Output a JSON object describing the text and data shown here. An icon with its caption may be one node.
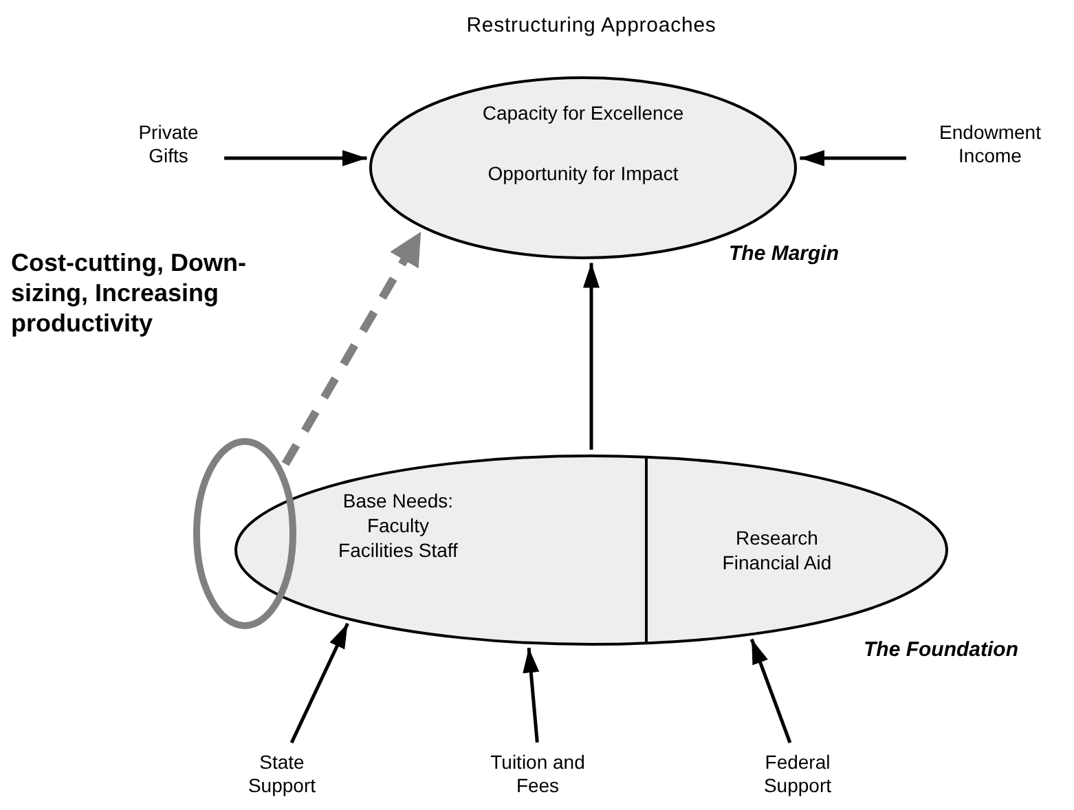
{
  "diagram": {
    "title": "Restructuring Approaches",
    "nodes": [
      {
        "text": [
          "Capacity for Excellence",
          "Opportunity for Impact"
        ],
        "beside": [
          "The Margin"
        ]
      },
      {
        "text": [
          "Private Gifts"
        ]
      },
      {
        "text": [
          "Endowment Income"
        ]
      },
      {
        "text": [
          "Base Needs: Faculty Facilities Staff",
          "Research Financial Aid"
        ],
        "beside": [
          "The Foundation"
        ]
      },
      {
        "text": [],
        "shape": "circle"
      },
      {
        "text": [
          "State Support"
        ]
      },
      {
        "text": [
          "Tuition and Fees"
        ]
      },
      {
        "text": [
          "Federal Support"
        ]
      }
    ],
    "edges": [
      {
        "from": 1,
        "to": 0,
        "arrow": "to"
      },
      {
        "from": 2,
        "to": 0,
        "arrow": "to"
      },
      {
        "from": 3,
        "to": 0,
        "arrow": "to"
      },
      {
        "from": 4,
        "to": 0,
        "arrow": "to",
        "label": "Cost-cutting, Down-sizing, Increasing productivity",
        "style": "dashed",
        "color": "#808080"
      },
      {
        "from": 5,
        "to": 3,
        "arrow": "to"
      },
      {
        "from": 6,
        "to": 3,
        "arrow": "to"
      },
      {
        "from": 7,
        "to": 3,
        "arrow": "to"
      }
    ]
  }
}
